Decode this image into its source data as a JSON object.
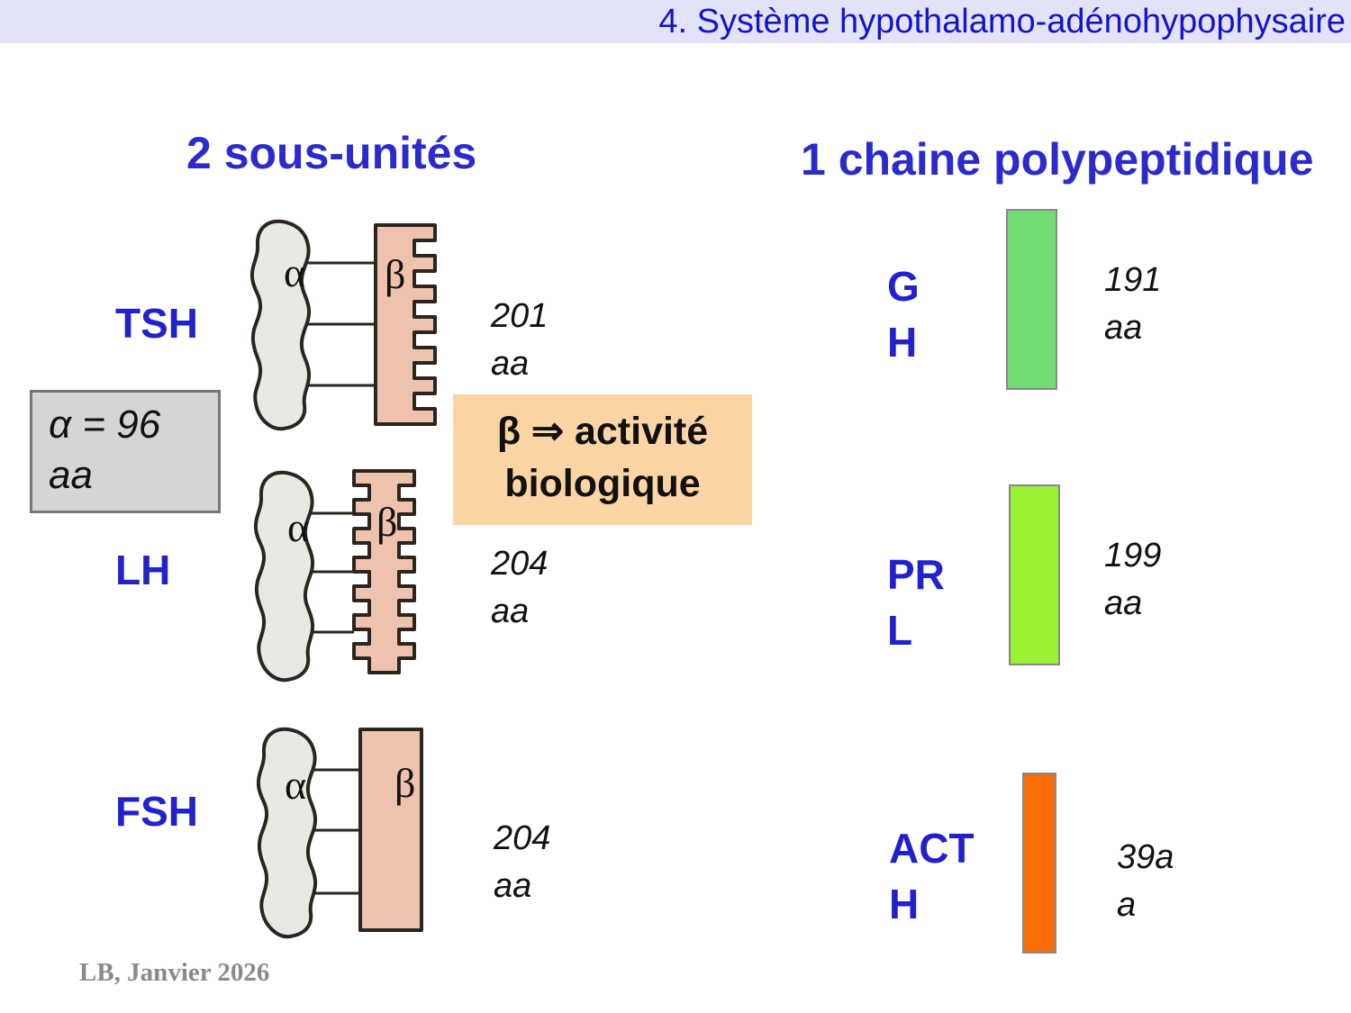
{
  "header": {
    "title": "4. Système hypothalamo-adénohypophysaire"
  },
  "left_panel": {
    "title": "2 sous-unités",
    "alpha_box_note": "α = 96\naa",
    "beta_box_note": "β ⇒ activité\nbiologique",
    "hormones": [
      {
        "name": "TSH",
        "length": "201\naa",
        "alpha": "α",
        "beta": "β"
      },
      {
        "name": "LH",
        "length": "204\naa",
        "alpha": "α",
        "beta": "β"
      },
      {
        "name": "FSH",
        "length": "204\naa",
        "alpha": "α",
        "beta": "β"
      }
    ]
  },
  "right_panel": {
    "title": "1 chaine polypeptidique",
    "hormones": [
      {
        "name": "G\nH",
        "length": "191\naa",
        "bar_color": "#72db72"
      },
      {
        "name": "PR\nL",
        "length": "199\naa",
        "bar_color": "#9bf232"
      },
      {
        "name": "ACT\nH",
        "length": "39a\na",
        "bar_color": "#fb6c03"
      }
    ]
  },
  "footer": {
    "credit": "LB, Janvier 2026"
  },
  "colors": {
    "header_bg": "#e3e3f8",
    "header_text": "#1414cc",
    "accent_blue": "#2222cc",
    "alpha_subunit_fill": "#e9e9e4",
    "beta_subunit_fill": "#efc2ae",
    "alpha_box_bg": "#d5d5d5",
    "beta_box_bg": "#fcd5a5"
  }
}
